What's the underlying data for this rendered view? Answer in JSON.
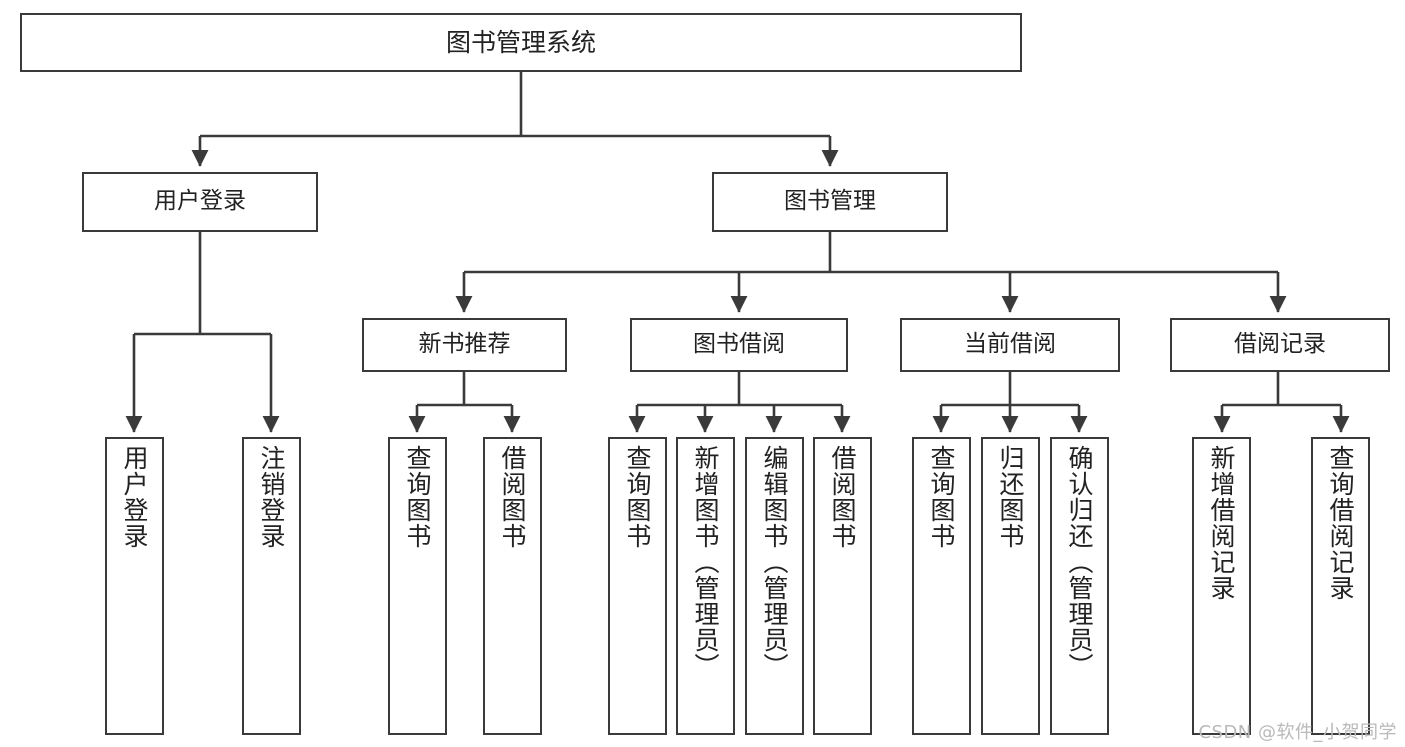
{
  "diagram": {
    "title": "图书管理系统",
    "watermark": "CSDN @软件_小贺同学",
    "stroke_color": "#3a3a3a",
    "text_color": "#222222",
    "background_color": "#ffffff"
  },
  "nodes": {
    "root": {
      "label": "图书管理系统"
    },
    "level2": [
      {
        "label": "用户登录"
      },
      {
        "label": "图书管理"
      }
    ],
    "level3": [
      {
        "label": "新书推荐"
      },
      {
        "label": "图书借阅"
      },
      {
        "label": "当前借阅"
      },
      {
        "label": "借阅记录"
      }
    ],
    "leaves": {
      "user_login": [
        {
          "label": "用户登录"
        },
        {
          "label": "注销登录"
        }
      ],
      "new_book": [
        {
          "label": "查询图书"
        },
        {
          "label": "借阅图书"
        }
      ],
      "book_borrow": [
        {
          "label": "查询图书"
        },
        {
          "label": "新增图书（管理员）"
        },
        {
          "label": "编辑图书（管理员）"
        },
        {
          "label": "借阅图书"
        }
      ],
      "current_borrow": [
        {
          "label": "查询图书"
        },
        {
          "label": "归还图书"
        },
        {
          "label": "确认归还（管理员）"
        }
      ],
      "borrow_record": [
        {
          "label": "新增借阅记录"
        },
        {
          "label": "查询借阅记录"
        }
      ]
    }
  }
}
